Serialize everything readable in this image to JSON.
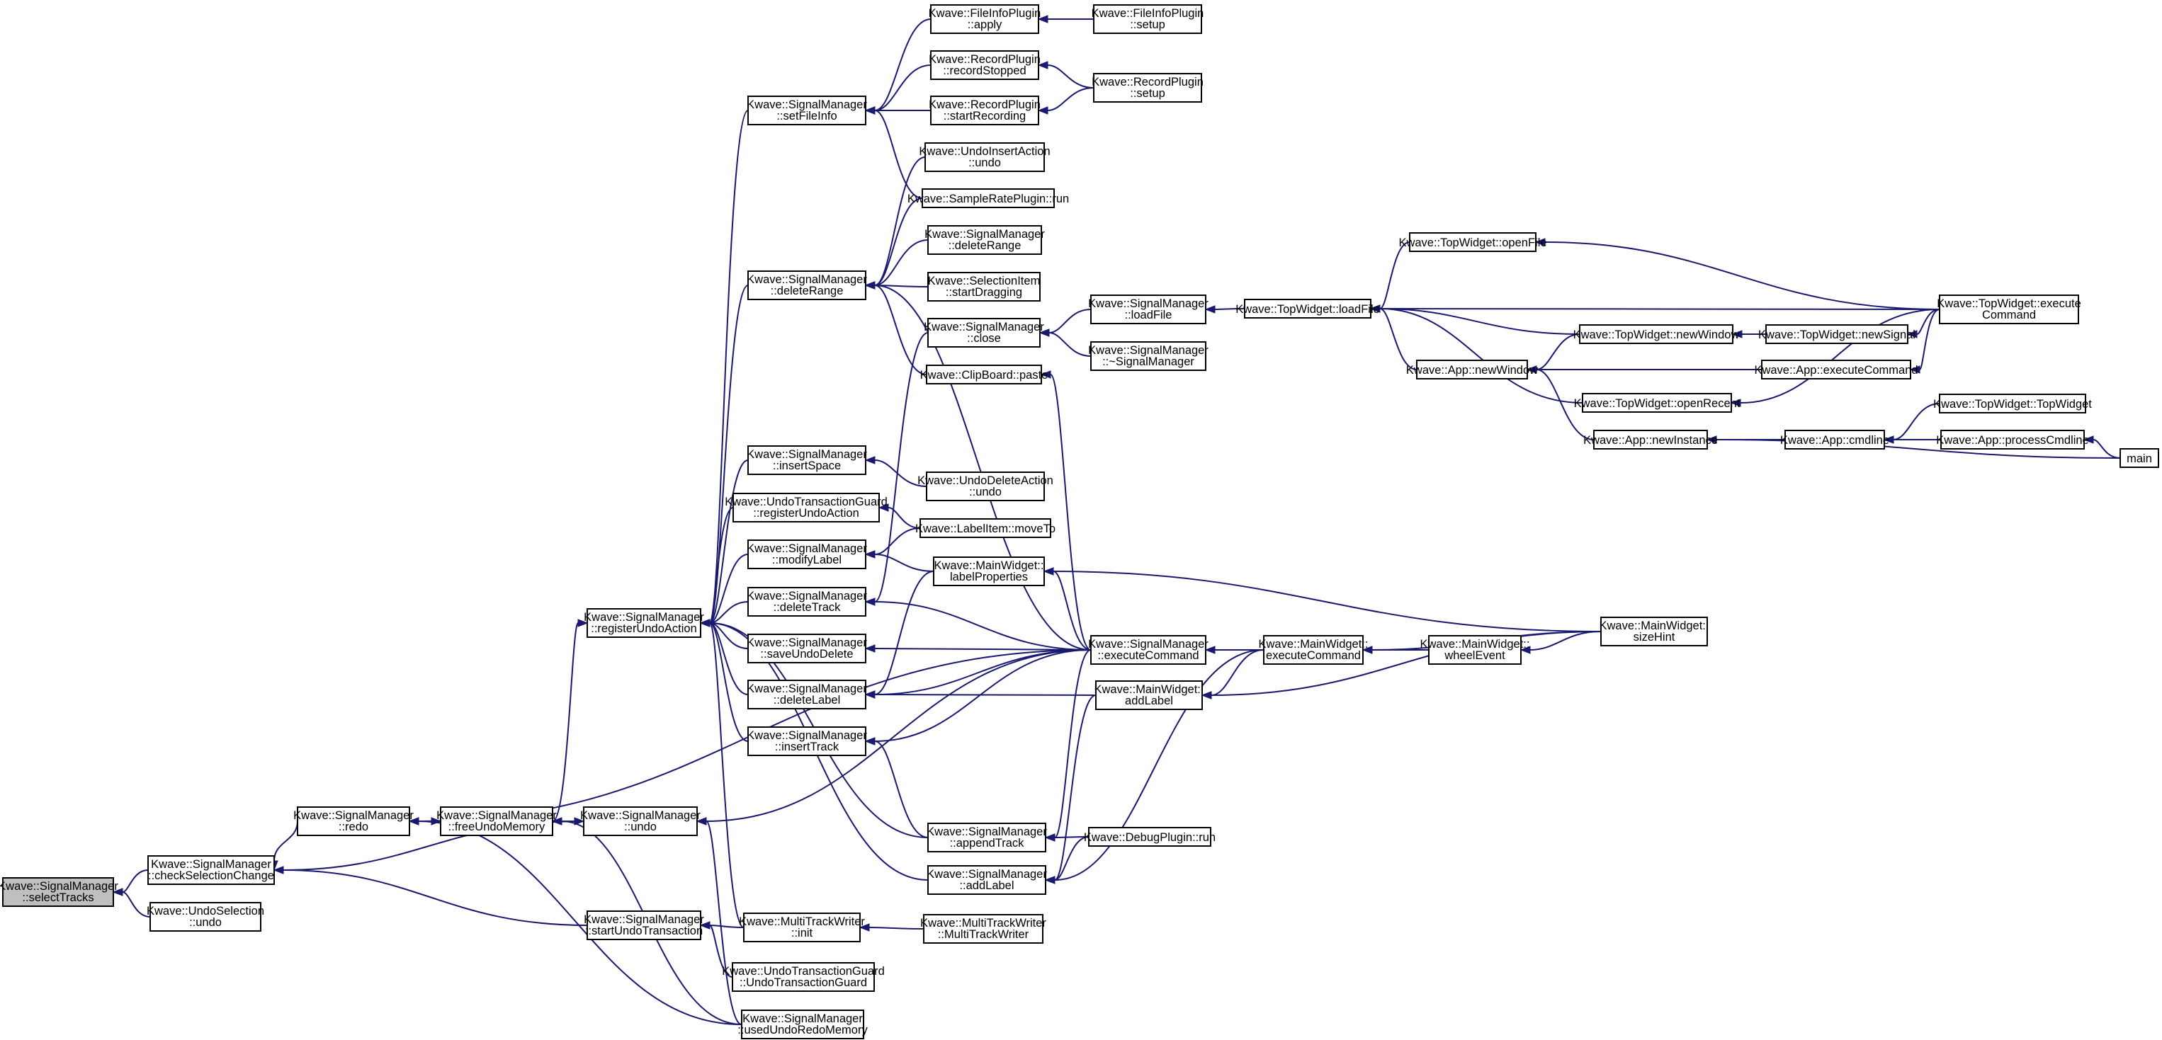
{
  "graph": {
    "root": "selectTracks",
    "nodes": [
      {
        "id": "selectTracks",
        "lines": [
          "Kwave::SignalManager",
          "::selectTracks"
        ],
        "root": true
      },
      {
        "id": "checkSelectionChange",
        "lines": [
          "Kwave::SignalManager",
          "::checkSelectionChange"
        ]
      },
      {
        "id": "undoSelectionUndo",
        "lines": [
          "Kwave::UndoSelection",
          "::undo"
        ]
      },
      {
        "id": "redo",
        "lines": [
          "Kwave::SignalManager",
          "::redo"
        ]
      },
      {
        "id": "freeUndoMemory",
        "lines": [
          "Kwave::SignalManager",
          "::freeUndoMemory"
        ]
      },
      {
        "id": "undo",
        "lines": [
          "Kwave::SignalManager",
          "::undo"
        ]
      },
      {
        "id": "registerUndoAction",
        "lines": [
          "Kwave::SignalManager",
          "::registerUndoAction"
        ]
      },
      {
        "id": "startUndoTransaction",
        "lines": [
          "Kwave::SignalManager",
          "::startUndoTransaction"
        ]
      },
      {
        "id": "usedUndoRedoMemory",
        "lines": [
          "Kwave::SignalManager",
          "::usedUndoRedoMemory"
        ]
      },
      {
        "id": "undoTransactionGuardCtor",
        "lines": [
          "Kwave::UndoTransactionGuard",
          "::UndoTransactionGuard"
        ]
      },
      {
        "id": "multiTrackWriterInit",
        "lines": [
          "Kwave::MultiTrackWriter",
          "::init"
        ]
      },
      {
        "id": "multiTrackWriterCtor",
        "lines": [
          "Kwave::MultiTrackWriter",
          "::MultiTrackWriter"
        ]
      },
      {
        "id": "setFileInfo",
        "lines": [
          "Kwave::SignalManager",
          "::setFileInfo"
        ]
      },
      {
        "id": "deleteRange",
        "lines": [
          "Kwave::SignalManager",
          "::deleteRange"
        ]
      },
      {
        "id": "insertSpace",
        "lines": [
          "Kwave::SignalManager",
          "::insertSpace"
        ]
      },
      {
        "id": "utgRegisterUndoAction",
        "lines": [
          "Kwave::UndoTransactionGuard",
          "::registerUndoAction"
        ]
      },
      {
        "id": "modifyLabel",
        "lines": [
          "Kwave::SignalManager",
          "::modifyLabel"
        ]
      },
      {
        "id": "deleteTrack",
        "lines": [
          "Kwave::SignalManager",
          "::deleteTrack"
        ]
      },
      {
        "id": "saveUndoDelete",
        "lines": [
          "Kwave::SignalManager",
          "::saveUndoDelete"
        ]
      },
      {
        "id": "deleteLabel",
        "lines": [
          "Kwave::SignalManager",
          "::deleteLabel"
        ]
      },
      {
        "id": "insertTrack",
        "lines": [
          "Kwave::SignalManager",
          "::insertTrack"
        ]
      },
      {
        "id": "fileInfoApply",
        "lines": [
          "Kwave::FileInfoPlugin",
          "::apply"
        ]
      },
      {
        "id": "recordStopped",
        "lines": [
          "Kwave::RecordPlugin",
          "::recordStopped"
        ]
      },
      {
        "id": "startRecording",
        "lines": [
          "Kwave::RecordPlugin",
          "::startRecording"
        ]
      },
      {
        "id": "undoInsertUndo",
        "lines": [
          "Kwave::UndoInsertAction",
          "::undo"
        ]
      },
      {
        "id": "sampleRateRun",
        "lines": [
          "Kwave::SampleRatePlugin::run"
        ]
      },
      {
        "id": "smDeleteRange",
        "lines": [
          "Kwave::SignalManager",
          "::deleteRange"
        ]
      },
      {
        "id": "selStartDragging",
        "lines": [
          "Kwave::SelectionItem",
          "::startDragging"
        ]
      },
      {
        "id": "smClose",
        "lines": [
          "Kwave::SignalManager",
          "::close"
        ]
      },
      {
        "id": "clipPaste",
        "lines": [
          "Kwave::ClipBoard::paste"
        ]
      },
      {
        "id": "undoDeleteUndo",
        "lines": [
          "Kwave::UndoDeleteAction",
          "::undo"
        ]
      },
      {
        "id": "labelMoveTo",
        "lines": [
          "Kwave::LabelItem::moveTo"
        ]
      },
      {
        "id": "labelProperties",
        "lines": [
          "Kwave::MainWidget::",
          "labelProperties"
        ]
      },
      {
        "id": "appendTrack",
        "lines": [
          "Kwave::SignalManager",
          "::appendTrack"
        ]
      },
      {
        "id": "addLabel",
        "lines": [
          "Kwave::SignalManager",
          "::addLabel"
        ]
      },
      {
        "id": "fileInfoSetup",
        "lines": [
          "Kwave::FileInfoPlugin",
          "::setup"
        ]
      },
      {
        "id": "recordSetup",
        "lines": [
          "Kwave::RecordPlugin",
          "::setup"
        ]
      },
      {
        "id": "smLoadFile",
        "lines": [
          "Kwave::SignalManager",
          "::loadFile"
        ]
      },
      {
        "id": "smDtor",
        "lines": [
          "Kwave::SignalManager",
          "::~SignalManager"
        ]
      },
      {
        "id": "smExecuteCommand",
        "lines": [
          "Kwave::SignalManager",
          "::executeCommand"
        ]
      },
      {
        "id": "mwAddLabel",
        "lines": [
          "Kwave::MainWidget::",
          "addLabel"
        ]
      },
      {
        "id": "debugRun",
        "lines": [
          "Kwave::DebugPlugin::run"
        ]
      },
      {
        "id": "twLoadFile",
        "lines": [
          "Kwave::TopWidget::loadFile"
        ]
      },
      {
        "id": "mwExecuteCommand",
        "lines": [
          "Kwave::MainWidget::",
          "executeCommand"
        ]
      },
      {
        "id": "twOpenFile",
        "lines": [
          "Kwave::TopWidget::openFile"
        ]
      },
      {
        "id": "twNewWindow",
        "lines": [
          "Kwave::TopWidget::newWindow"
        ]
      },
      {
        "id": "appNewWindow",
        "lines": [
          "Kwave::App::newWindow"
        ]
      },
      {
        "id": "twOpenRecent",
        "lines": [
          "Kwave::TopWidget::openRecent"
        ]
      },
      {
        "id": "appNewInstance",
        "lines": [
          "Kwave::App::newInstance"
        ]
      },
      {
        "id": "mwWheelEvent",
        "lines": [
          "Kwave::MainWidget::",
          "wheelEvent"
        ]
      },
      {
        "id": "twNewSignal",
        "lines": [
          "Kwave::TopWidget::newSignal"
        ]
      },
      {
        "id": "appExecuteCommand",
        "lines": [
          "Kwave::App::executeCommand"
        ]
      },
      {
        "id": "appCmdline",
        "lines": [
          "Kwave::App::cmdline"
        ]
      },
      {
        "id": "twExecuteCommand",
        "lines": [
          "Kwave::TopWidget::execute",
          "Command"
        ]
      },
      {
        "id": "twCtor",
        "lines": [
          "Kwave::TopWidget::TopWidget"
        ]
      },
      {
        "id": "appProcessCmdline",
        "lines": [
          "Kwave::App::processCmdline"
        ]
      },
      {
        "id": "mwSizeHint",
        "lines": [
          "Kwave::MainWidget::",
          "sizeHint"
        ]
      },
      {
        "id": "main",
        "lines": [
          "main"
        ]
      }
    ],
    "edges": [
      [
        "checkSelectionChange",
        "selectTracks"
      ],
      [
        "undoSelectionUndo",
        "selectTracks"
      ],
      [
        "redo",
        "checkSelectionChange"
      ],
      [
        "undo",
        "checkSelectionChange"
      ],
      [
        "startUndoTransaction",
        "checkSelectionChange"
      ],
      [
        "freeUndoMemory",
        "redo"
      ],
      [
        "usedUndoRedoMemory",
        "redo"
      ],
      [
        "smExecuteCommand",
        "redo"
      ],
      [
        "undo",
        "freeUndoMemory"
      ],
      [
        "redo",
        "freeUndoMemory"
      ],
      [
        "usedUndoRedoMemory",
        "freeUndoMemory"
      ],
      [
        "freeUndoMemory",
        "undo"
      ],
      [
        "usedUndoRedoMemory",
        "undo"
      ],
      [
        "smExecuteCommand",
        "undo"
      ],
      [
        "freeUndoMemory",
        "registerUndoAction"
      ],
      [
        "setFileInfo",
        "registerUndoAction"
      ],
      [
        "deleteRange",
        "registerUndoAction"
      ],
      [
        "insertSpace",
        "registerUndoAction"
      ],
      [
        "utgRegisterUndoAction",
        "registerUndoAction"
      ],
      [
        "modifyLabel",
        "registerUndoAction"
      ],
      [
        "deleteTrack",
        "registerUndoAction"
      ],
      [
        "saveUndoDelete",
        "registerUndoAction"
      ],
      [
        "deleteLabel",
        "registerUndoAction"
      ],
      [
        "insertTrack",
        "registerUndoAction"
      ],
      [
        "appendTrack",
        "registerUndoAction"
      ],
      [
        "addLabel",
        "registerUndoAction"
      ],
      [
        "multiTrackWriterInit",
        "registerUndoAction"
      ],
      [
        "undoTransactionGuardCtor",
        "startUndoTransaction"
      ],
      [
        "multiTrackWriterInit",
        "startUndoTransaction"
      ],
      [
        "multiTrackWriterCtor",
        "multiTrackWriterInit"
      ],
      [
        "fileInfoApply",
        "setFileInfo"
      ],
      [
        "recordStopped",
        "setFileInfo"
      ],
      [
        "startRecording",
        "setFileInfo"
      ],
      [
        "sampleRateRun",
        "setFileInfo"
      ],
      [
        "fileInfoSetup",
        "fileInfoApply"
      ],
      [
        "recordSetup",
        "recordStopped"
      ],
      [
        "recordSetup",
        "startRecording"
      ],
      [
        "undoInsertUndo",
        "deleteRange"
      ],
      [
        "sampleRateRun",
        "deleteRange"
      ],
      [
        "smDeleteRange",
        "deleteRange"
      ],
      [
        "selStartDragging",
        "deleteRange"
      ],
      [
        "clipPaste",
        "deleteRange"
      ],
      [
        "smExecuteCommand",
        "deleteRange"
      ],
      [
        "undoDeleteUndo",
        "insertSpace"
      ],
      [
        "labelMoveTo",
        "utgRegisterUndoAction"
      ],
      [
        "labelMoveTo",
        "modifyLabel"
      ],
      [
        "labelProperties",
        "modifyLabel"
      ],
      [
        "smClose",
        "deleteTrack"
      ],
      [
        "smExecuteCommand",
        "deleteTrack"
      ],
      [
        "smExecuteCommand",
        "saveUndoDelete"
      ],
      [
        "labelProperties",
        "deleteLabel"
      ],
      [
        "smExecuteCommand",
        "deleteLabel"
      ],
      [
        "mwAddLabel",
        "deleteLabel"
      ],
      [
        "appendTrack",
        "insertTrack"
      ],
      [
        "smExecuteCommand",
        "insertTrack"
      ],
      [
        "debugRun",
        "appendTrack"
      ],
      [
        "debugRun",
        "addLabel"
      ],
      [
        "smLoadFile",
        "smClose"
      ],
      [
        "smDtor",
        "smClose"
      ],
      [
        "smExecuteCommand",
        "clipPaste"
      ],
      [
        "smExecuteCommand",
        "labelProperties"
      ],
      [
        "mwSizeHint",
        "labelProperties"
      ],
      [
        "smExecuteCommand",
        "appendTrack"
      ],
      [
        "mwAddLabel",
        "addLabel"
      ],
      [
        "mwExecuteCommand",
        "addLabel"
      ],
      [
        "twLoadFile",
        "smLoadFile"
      ],
      [
        "mwExecuteCommand",
        "smExecuteCommand"
      ],
      [
        "mwExecuteCommand",
        "mwAddLabel"
      ],
      [
        "mwSizeHint",
        "mwAddLabel"
      ],
      [
        "twOpenFile",
        "twLoadFile"
      ],
      [
        "twNewWindow",
        "twLoadFile"
      ],
      [
        "appNewWindow",
        "twLoadFile"
      ],
      [
        "twOpenRecent",
        "twLoadFile"
      ],
      [
        "twExecuteCommand",
        "twLoadFile"
      ],
      [
        "mwWheelEvent",
        "mwExecuteCommand"
      ],
      [
        "mwSizeHint",
        "mwExecuteCommand"
      ],
      [
        "twExecuteCommand",
        "twOpenFile"
      ],
      [
        "twNewSignal",
        "twNewWindow"
      ],
      [
        "twNewWindow",
        "appNewWindow"
      ],
      [
        "appExecuteCommand",
        "appNewWindow"
      ],
      [
        "appNewInstance",
        "appNewWindow"
      ],
      [
        "twExecuteCommand",
        "twOpenRecent"
      ],
      [
        "appCmdline",
        "appNewInstance"
      ],
      [
        "main",
        "appNewInstance"
      ],
      [
        "mwSizeHint",
        "mwWheelEvent"
      ],
      [
        "twExecuteCommand",
        "twNewSignal"
      ],
      [
        "twExecuteCommand",
        "appExecuteCommand"
      ],
      [
        "twCtor",
        "appCmdline"
      ],
      [
        "appProcessCmdline",
        "appCmdline"
      ],
      [
        "main",
        "appProcessCmdline"
      ]
    ]
  }
}
